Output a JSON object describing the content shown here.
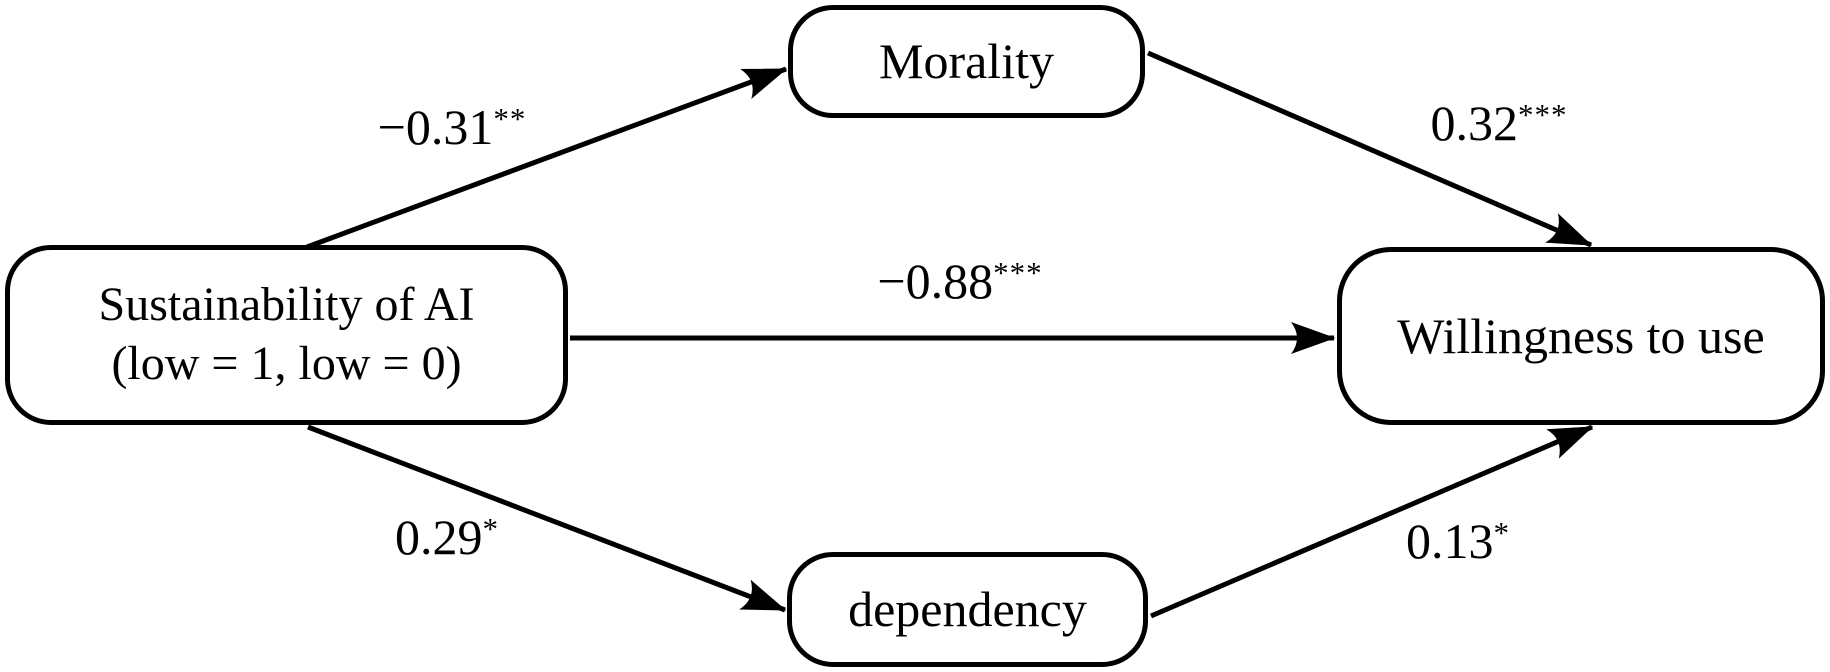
{
  "diagram": {
    "type": "path-model",
    "background_color": "#ffffff",
    "stroke_color": "#000000",
    "nodes": {
      "sustainability": {
        "line1": "Sustainability of AI",
        "line2": "(low = 1, low = 0)"
      },
      "morality": {
        "label": "Morality"
      },
      "dependency": {
        "label": "dependency"
      },
      "willingness": {
        "label": "Willingness to use"
      }
    },
    "edges": [
      {
        "from": "Sustainability of AI",
        "to": "Morality",
        "coefficient": "−0.31",
        "stars": "**"
      },
      {
        "from": "Morality",
        "to": "Willingness to use",
        "coefficient": "0.32",
        "stars": "***"
      },
      {
        "from": "Sustainability of AI",
        "to": "Willingness to use",
        "coefficient": "−0.88",
        "stars": "***"
      },
      {
        "from": "Sustainability of AI",
        "to": "dependency",
        "coefficient": "0.29",
        "stars": "*"
      },
      {
        "from": "dependency",
        "to": "Willingness to use",
        "coefficient": "0.13",
        "stars": "*"
      }
    ]
  }
}
